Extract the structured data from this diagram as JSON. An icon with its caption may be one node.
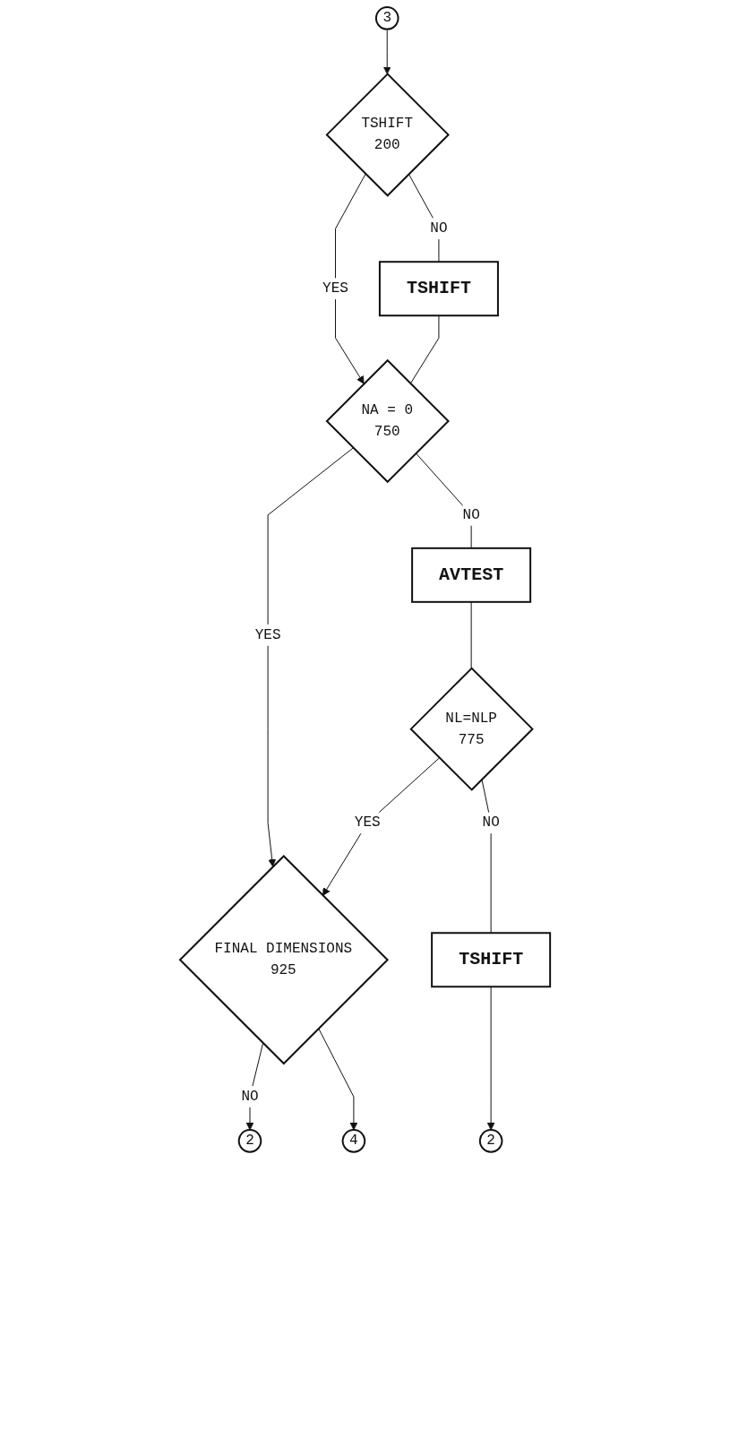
{
  "diagram": {
    "nodes": [
      {
        "text": [
          "3"
        ]
      },
      {
        "text": [
          "TSHIFT",
          "200"
        ]
      },
      {
        "text": [
          "TSHIFT"
        ]
      },
      {
        "text": [
          "NA = 0",
          "750"
        ]
      },
      {
        "text": [
          "AVTEST"
        ]
      },
      {
        "text": [
          "NL=NLP",
          "775"
        ]
      },
      {
        "text": [
          "2"
        ]
      },
      {
        "text": [
          "FINAL DIMENSIONS",
          "925"
        ]
      },
      {
        "text": [
          "4"
        ]
      },
      {
        "text": [
          "TSHIFT"
        ]
      },
      {
        "text": [
          "2"
        ]
      }
    ],
    "edges": [
      {
        "from": 0,
        "to": 1,
        "arrow": "to"
      },
      {
        "from": 1,
        "to": 2,
        "arrow": "none",
        "label": "NO"
      },
      {
        "from": 1,
        "to": 3,
        "arrow": "to",
        "label": "YES"
      },
      {
        "from": 2,
        "to": 3,
        "arrow": "none"
      },
      {
        "from": 3,
        "to": 4,
        "arrow": "none",
        "label": "NO"
      },
      {
        "from": 3,
        "to": 7,
        "arrow": "to",
        "label": "YES"
      },
      {
        "from": 4,
        "to": 5,
        "arrow": "none"
      },
      {
        "from": 5,
        "to": 7,
        "arrow": "to",
        "label": "YES"
      },
      {
        "from": 5,
        "to": 9,
        "arrow": "none",
        "label": "NO"
      },
      {
        "from": 7,
        "to": 6,
        "arrow": "to",
        "label": "NO"
      },
      {
        "from": 7,
        "to": 8,
        "arrow": "to"
      },
      {
        "from": 9,
        "to": 10,
        "arrow": "to"
      }
    ]
  }
}
